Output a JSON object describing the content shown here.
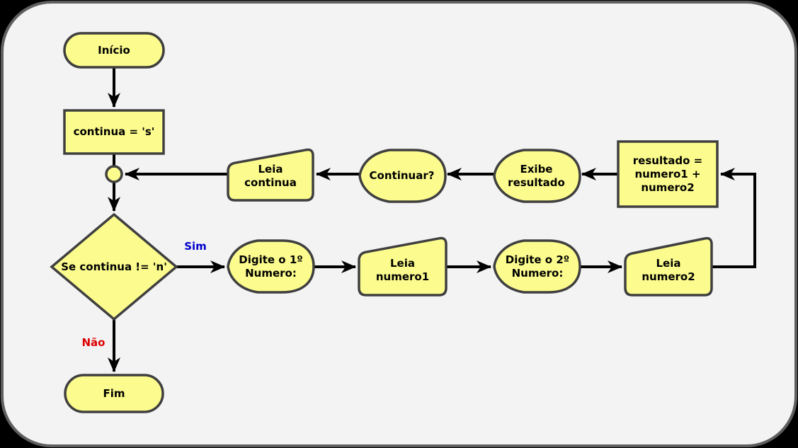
{
  "palette": {
    "outer_bg": "#000000",
    "canvas_bg": "#F3F3F3",
    "frame_border": "#5F5F5F",
    "node_fill": "#FCFC8E",
    "node_border": "#3F3F3F",
    "connector": "#000000",
    "yes_label_color": "#0000CC",
    "no_label_color": "#DD0000"
  },
  "flowchart": {
    "nodes": {
      "start": {
        "label": "Início",
        "type": "terminator"
      },
      "assign": {
        "label": "continua = 's'",
        "type": "process"
      },
      "junction": {
        "label": "",
        "type": "connector-dot"
      },
      "decision": {
        "label": "Se continua != 'n'",
        "type": "decision"
      },
      "prompt1": {
        "label": "Digite o 1º\nNumero:",
        "type": "display"
      },
      "read1": {
        "label": "Leia\nnumero1",
        "type": "manual-input"
      },
      "prompt2": {
        "label": "Digite o 2º\nNumero:",
        "type": "display"
      },
      "read2": {
        "label": "Leia\nnumero2",
        "type": "manual-input"
      },
      "sum": {
        "label": "resultado =\nnumero1 +\nnumero2",
        "type": "process"
      },
      "show_result": {
        "label": "Exibe\nresultado",
        "type": "display"
      },
      "ask_continue": {
        "label": "Continuar?",
        "type": "display"
      },
      "read_continue": {
        "label": "Leia\ncontinua",
        "type": "manual-input"
      },
      "end": {
        "label": "Fim",
        "type": "terminator"
      }
    },
    "branch_labels": {
      "yes": "Sim",
      "no": "Não"
    }
  }
}
